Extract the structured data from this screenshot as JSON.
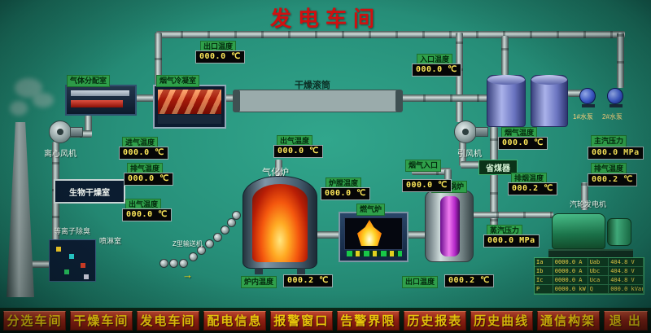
{
  "title": "发电车间",
  "menu": {
    "items": [
      {
        "label": "分选车间"
      },
      {
        "label": "干燥车间"
      },
      {
        "label": "发电车间"
      },
      {
        "label": "配电信息"
      },
      {
        "label": "报警窗口"
      },
      {
        "label": "告警界限"
      },
      {
        "label": "历史报表"
      },
      {
        "label": "历史曲线"
      },
      {
        "label": "通信构架"
      },
      {
        "label": "退 出"
      }
    ]
  },
  "equipment": {
    "gas_distribution": "气体分配室",
    "flue_condenser": "烟气冷凝室",
    "drying_drum": "干燥滚筒",
    "centrifugal_fan": "离心风机",
    "bio_drying_room": "生物干燥室",
    "plasma": "等离子除臭",
    "spray_room": "喷淋室",
    "gasifier": "气化炉",
    "z_conveyor": "Z型输送机",
    "gas_furnace": "燃气炉",
    "steam_boiler": "蒸汽锅炉",
    "economizer": "省煤器",
    "induced_fan": "引风机",
    "turbine_generator": "汽轮发电机",
    "pump1": "1#水泵",
    "pump2": "2#水泵"
  },
  "readouts": {
    "outlet_temp": {
      "label": "出口温度",
      "value": "000.0 ℃"
    },
    "inlet_temp": {
      "label": "入口温度",
      "value": "000.0 ℃"
    },
    "intake_temp": {
      "label": "进气温度",
      "value": "000.0 ℃"
    },
    "exhaust_temp": {
      "label": "排气温度",
      "value": "000.0 ℃"
    },
    "outgas_temp": {
      "label": "出气温度",
      "value": "000.0 ℃"
    },
    "gasifier_out_temp": {
      "label": "出气温度",
      "value": "000.0 ℃"
    },
    "chamber_temp": {
      "label": "炉膛温度",
      "value": "000.0 ℃"
    },
    "flue_inlet": {
      "label": "烟气入口",
      "value": "000.0 ℃"
    },
    "gasifier_temp": {
      "label": "炉内温度",
      "value": "000.2 ℃"
    },
    "boiler_out_temp": {
      "label": "出口温度",
      "value": "000.2 ℃"
    },
    "economizer_temp": {
      "label": "烟气温度",
      "value": "000.0 ℃"
    },
    "stack_temp": {
      "label": "排烟温度",
      "value": "000.2 ℃"
    },
    "steam_pressure": {
      "label": "蒸汽压力",
      "value": "000.0 MPa"
    },
    "main_steam_pressure": {
      "label": "主汽压力",
      "value": "000.0 MPa"
    },
    "exhaust_right": {
      "label": "排气温度",
      "value": "000.2 ℃"
    }
  },
  "generator_table": {
    "rows": [
      [
        "Ia",
        "0000.0 A",
        "Uab",
        "404.8 V"
      ],
      [
        "Ib",
        "0000.0 A",
        "Ubc",
        "404.8 V"
      ],
      [
        "Ic",
        "0000.0 A",
        "Uca",
        "404.8 V"
      ],
      [
        "P",
        "0000.0 kW",
        "Q",
        "000.0 kVar"
      ]
    ]
  },
  "icons": {
    "conveyor_arrow": "→"
  },
  "colors": {
    "background": "#27907a",
    "title": "#d01010",
    "label_green": "#2fa04a",
    "display_text": "#ffe95a",
    "button_red": "#a02214",
    "button_text": "#ffd90a"
  }
}
